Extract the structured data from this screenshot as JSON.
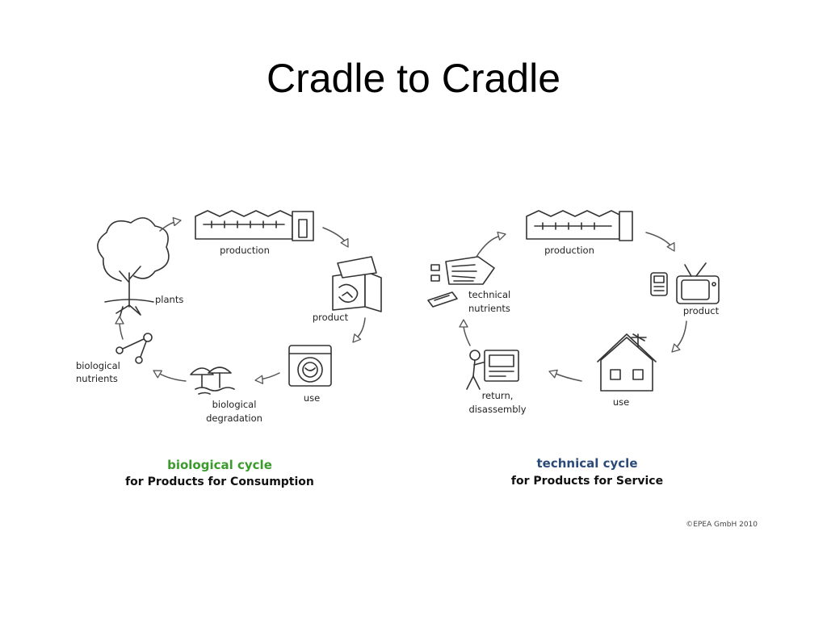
{
  "slide": {
    "title": "Cradle to Cradle"
  },
  "biological": {
    "production": "production",
    "product": "product",
    "use": "use",
    "degradation_line1": "biological",
    "degradation_line2": "degradation",
    "nutrients_line1": "biological",
    "nutrients_line2": "nutrients",
    "plants": "plants",
    "caption_title": "biological cycle",
    "caption_sub": "for Products for Consumption",
    "caption_color": "#3a9a2c"
  },
  "technical": {
    "production": "production",
    "product": "product",
    "use": "use",
    "return_line1": "return,",
    "return_line2": "disassembly",
    "nutrients_line1": "technical",
    "nutrients_line2": "nutrients",
    "caption_title": "technical cycle",
    "caption_sub": "for Products for Service",
    "caption_color": "#2b4a7a"
  },
  "copyright": "©EPEA GmbH 2010"
}
